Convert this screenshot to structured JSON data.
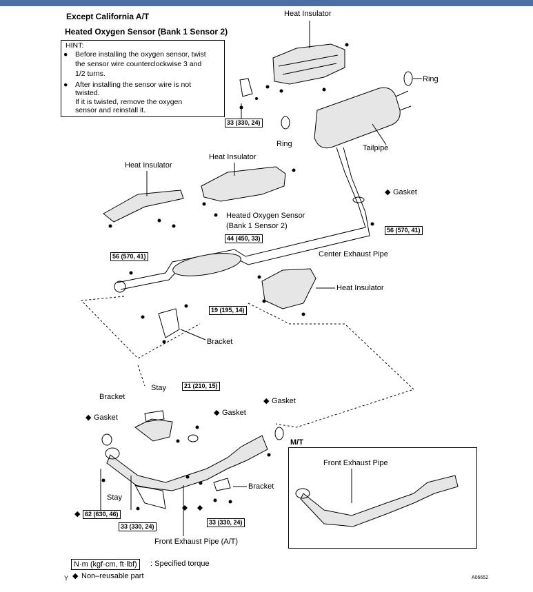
{
  "header": {
    "title": "Except California A/T",
    "subtitle": "Heated Oxygen Sensor (Bank 1 Sensor 2)"
  },
  "hint": {
    "title": "HINT:",
    "bullet1_line1": "Before installing the oxygen sensor, twist",
    "bullet1_line2": "the sensor wire counterclockwise 3 and",
    "bullet1_line3": "1/2 turns.",
    "bullet2_line1": "After installing the sensor wire is not",
    "bullet2_line2": "twisted.",
    "bullet2_line3": "If it is twisted, remove the oxygen",
    "bullet2_line4": "sensor and reinstall it."
  },
  "labels": {
    "heat_insulator_top": "Heat Insulator",
    "ring_right": "Ring",
    "ring_mid": "Ring",
    "tailpipe": "Tailpipe",
    "heat_insulator_left": "Heat Insulator",
    "heat_insulator_mid": "Heat Insulator",
    "gasket_upper": "Gasket",
    "heated_o2_line1": "Heated Oxygen Sensor",
    "heated_o2_line2": "(Bank 1 Sensor 2)",
    "center_exhaust_pipe": "Center Exhaust Pipe",
    "heat_insulator_right": "Heat Insulator",
    "bracket_mid": "Bracket",
    "stay_top": "Stay",
    "bracket_left": "Bracket",
    "gasket_left": "Gasket",
    "gasket_center": "Gasket",
    "gasket_right": "Gasket",
    "mt": "M/T",
    "front_exhaust_pipe_mt": "Front Exhaust Pipe",
    "stay_bottom": "Stay",
    "bracket_bottom": "Bracket",
    "front_exhaust_pipe_at": "Front Exhaust Pipe (A/T)"
  },
  "torques": {
    "t1": "33 (330, 24)",
    "t2": "56 (570, 41)",
    "t3": "44 (450, 33)",
    "t4": "56 (570, 41)",
    "t5": "19 (195, 14)",
    "t6": "21 (210, 15)",
    "t7": "62 (630, 46)",
    "t8": "33 (330, 24)",
    "t9": "33 (330, 24)"
  },
  "legend": {
    "torque_unit": "N·m (kgf·cm, ft·lbf)",
    "torque_desc": ": Specified torque",
    "nonreusable": "Non–reusable part",
    "y_mark": "Y"
  },
  "figure_id": "A06652",
  "diamond": "◆",
  "bullet": "●",
  "colors": {
    "topbar": "#4a6fa5",
    "line": "#000000",
    "fill": "#d9d9d9"
  }
}
